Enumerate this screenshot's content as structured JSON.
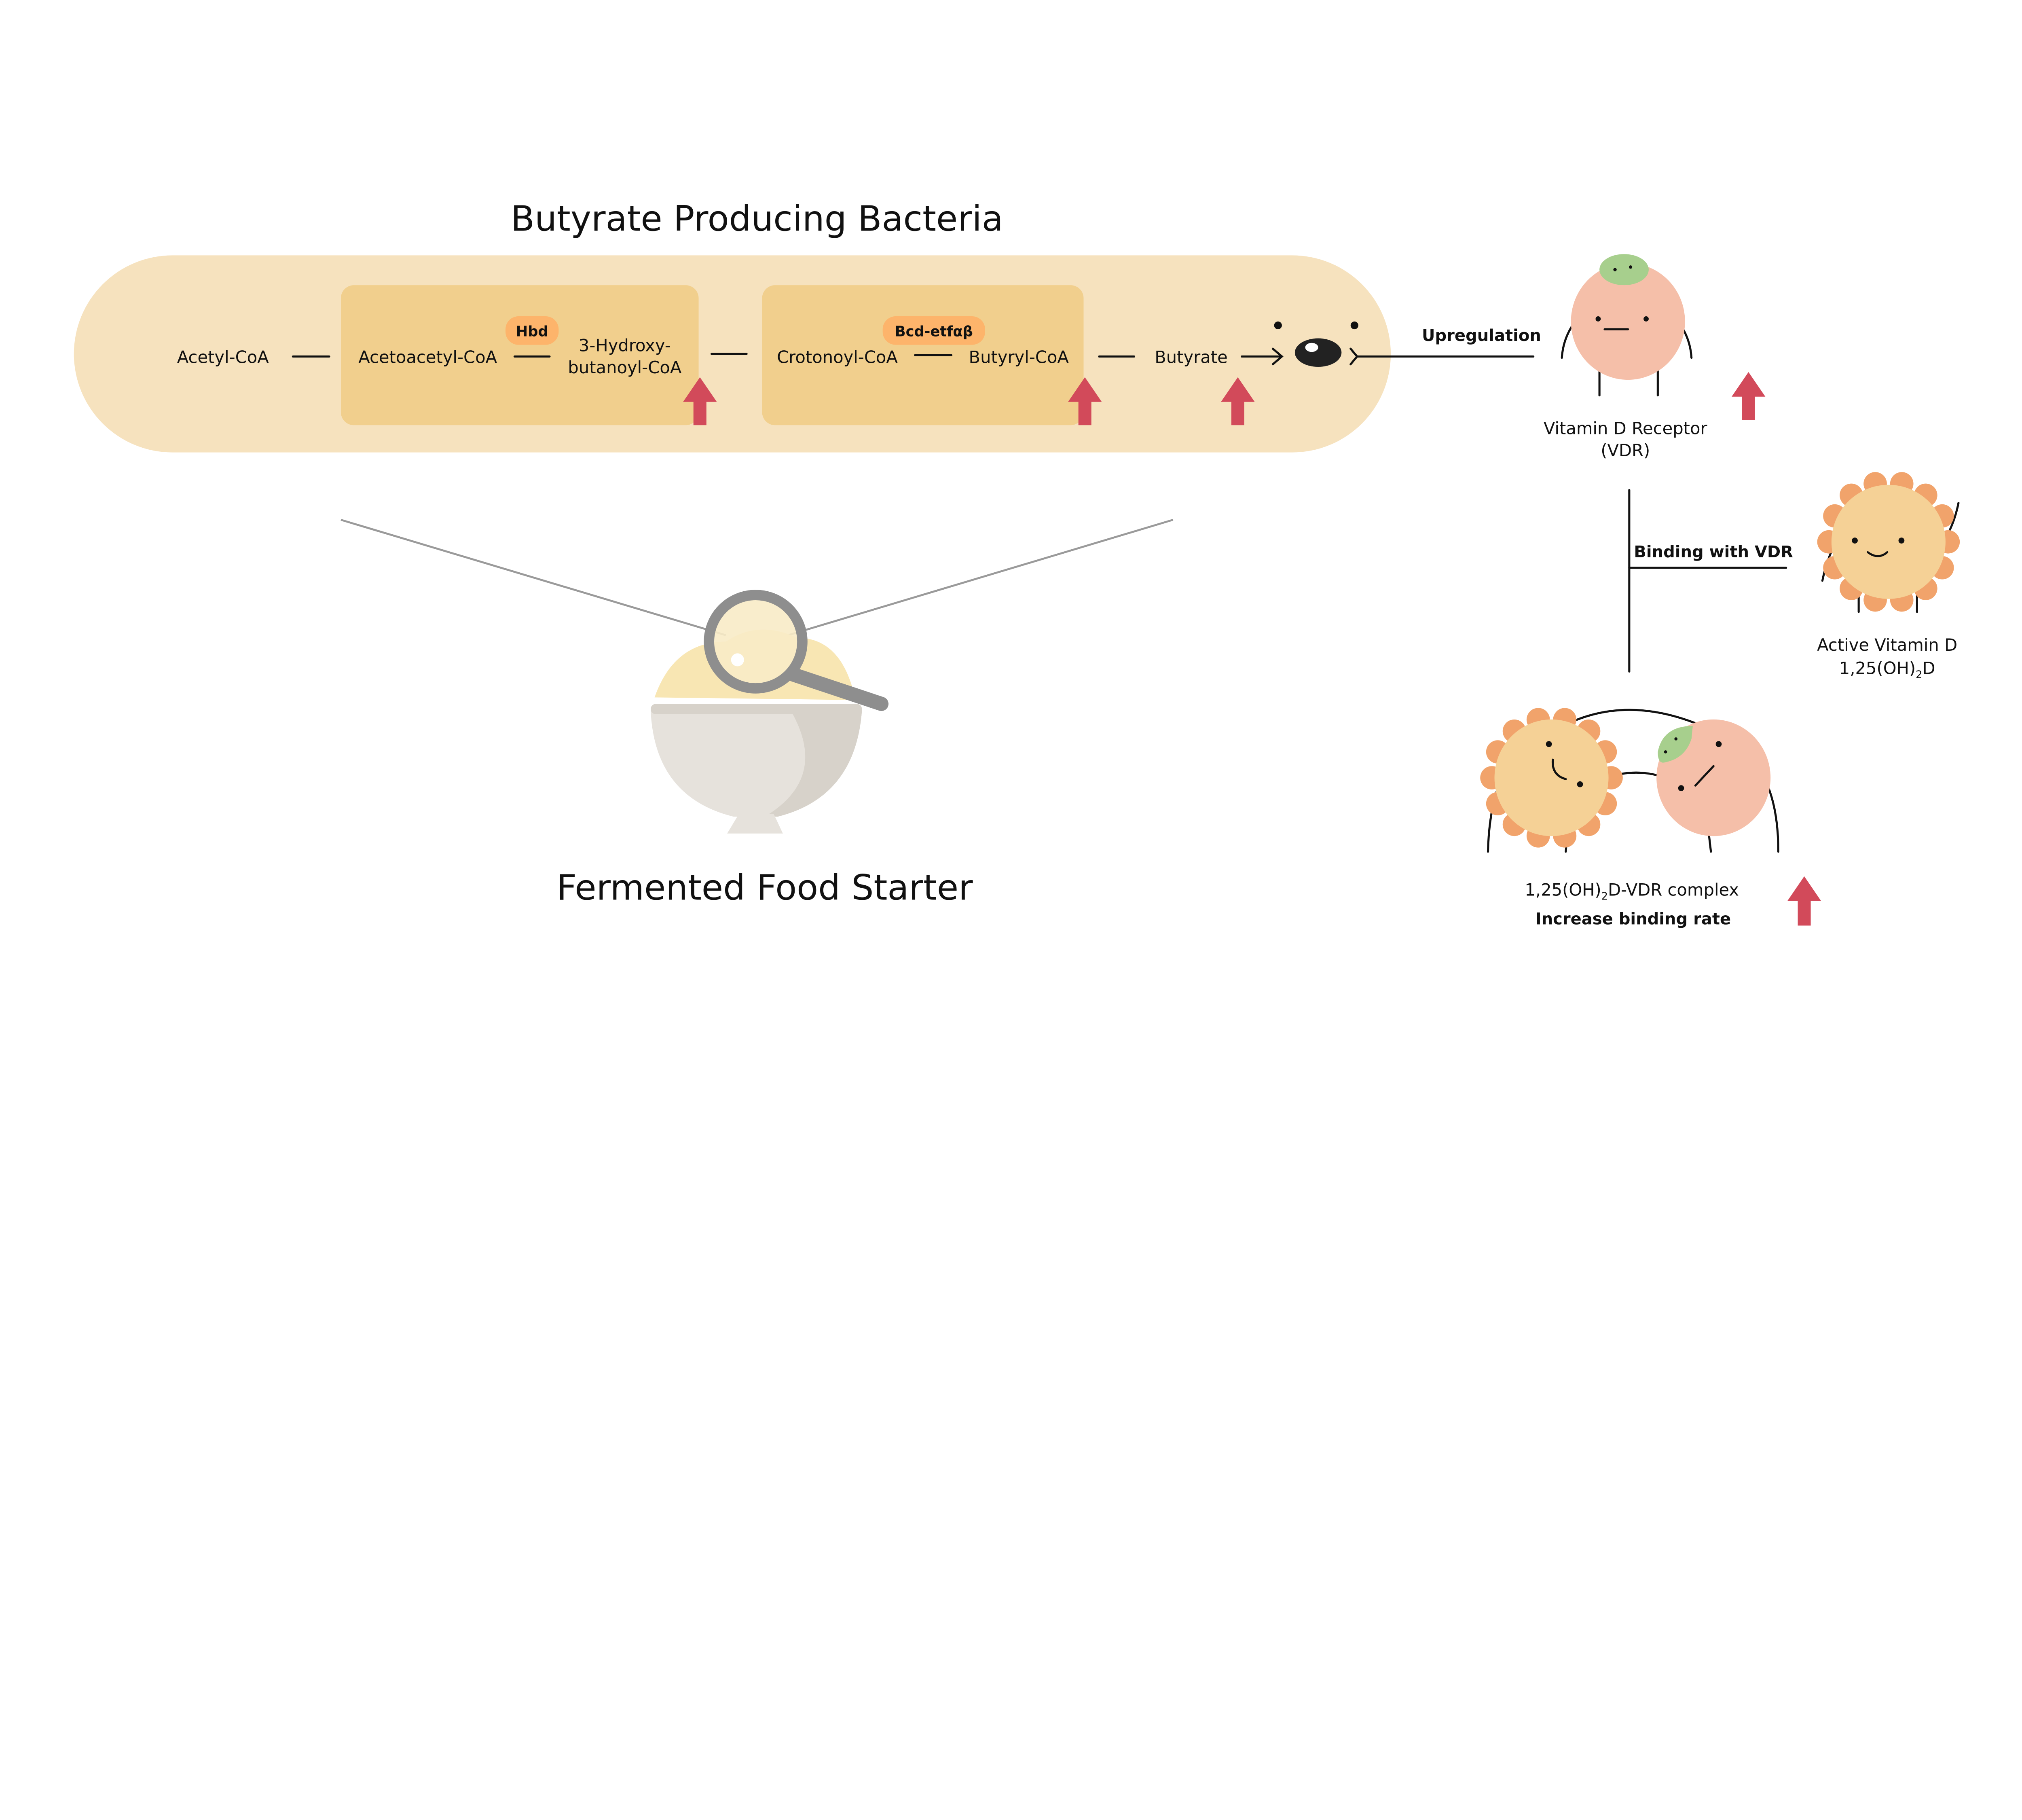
{
  "colors": {
    "capsule": "#F6E2BE",
    "enzyme_box": "#F1CF8D",
    "enzyme_badge": "#FDB46B",
    "increase_arrow": "#D24A5A",
    "vdr_body": "#F5BFA9",
    "vdr_leaf": "#A7CF8D",
    "vitamin_d_body": "#F5D196",
    "vitamin_d_petals": "#F1A36B",
    "bowl": "#E6E2DC"
  },
  "bacteria": {
    "title": "Butyrate Producing Bacteria",
    "steps": {
      "acetyl_coa": "Acetyl-CoA",
      "acetoacetyl_coa": "Acetoacetyl-CoA",
      "hydroxy_line1": "3-Hydroxy-",
      "hydroxy_line2": "butanoyl-CoA",
      "crotonoyl_coa": "Crotonoyl-CoA",
      "butyryl_coa": "Butyryl-CoA",
      "butyrate": "Butyrate"
    },
    "enzymes": {
      "hbd": "Hbd",
      "bcd": "Bcd-etfαβ"
    }
  },
  "food": {
    "label": "Fermented Food Starter",
    "icons": [
      "bowl-icon",
      "magnifier-icon"
    ]
  },
  "vdr": {
    "edge_label": "Upregulation",
    "label_line1": "Vitamin D Receptor",
    "label_line2": "(VDR)"
  },
  "active_vitamin_d": {
    "edge_label": "Binding with VDR",
    "label_line1": "Active Vitamin D",
    "formula_prefix": "1,25(OH)",
    "formula_sub": "2",
    "formula_suffix": "D"
  },
  "complex": {
    "formula_prefix": "1,25(OH)",
    "formula_sub": "2",
    "formula_suffix": "D-VDR complex",
    "label_line2": "Increase binding rate"
  }
}
